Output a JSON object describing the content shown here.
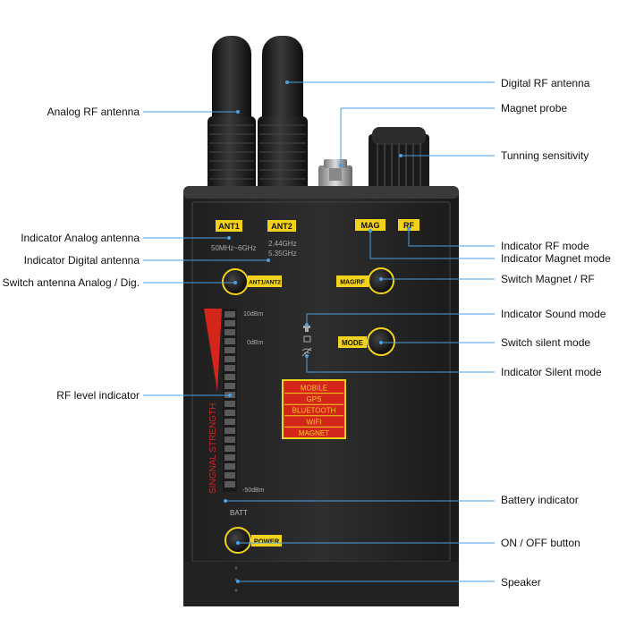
{
  "device": {
    "labels": {
      "ant1": "ANT1",
      "ant2": "ANT2",
      "mag": "MAG",
      "rf": "RF",
      "freq1": "50MHz~6GHz",
      "freq2a": "2.44GHz",
      "freq2b": "5.35GHz",
      "ant_switch": "ANT1/ANT2",
      "mag_switch": "MAG/RF",
      "mode": "MODE",
      "power": "POWER",
      "db_top": "10dBm",
      "db_mid": "0dBm",
      "db_bottom": "-50dBm",
      "batt": "BATT",
      "signal_strength": "SINGNAL STRENGTH"
    },
    "modes": [
      "MOBILE",
      "GPS",
      "BLUETOOTH",
      "WIFI",
      "MAGNET"
    ],
    "colors": {
      "accent_yellow": "#f2d21a",
      "mode_red": "#e8341c",
      "body": "#2b2b2b",
      "callout": "#4a9fe0"
    }
  },
  "callouts": {
    "left": [
      "Analog RF antenna",
      "Indicator Analog antenna",
      "Indicator Digital antenna",
      "Switch antenna Analog / Dig.",
      "RF level indicator"
    ],
    "right": [
      "Digital RF antenna",
      "Magnet probe",
      "Tunning sensitivity",
      "Indicator RF mode",
      "Indicator Magnet mode",
      "Switch Magnet / RF",
      "Indicator Sound mode",
      "Switch silent mode",
      "Indicator Silent mode",
      "Battery indicator",
      "ON / OFF button",
      "Speaker"
    ]
  }
}
